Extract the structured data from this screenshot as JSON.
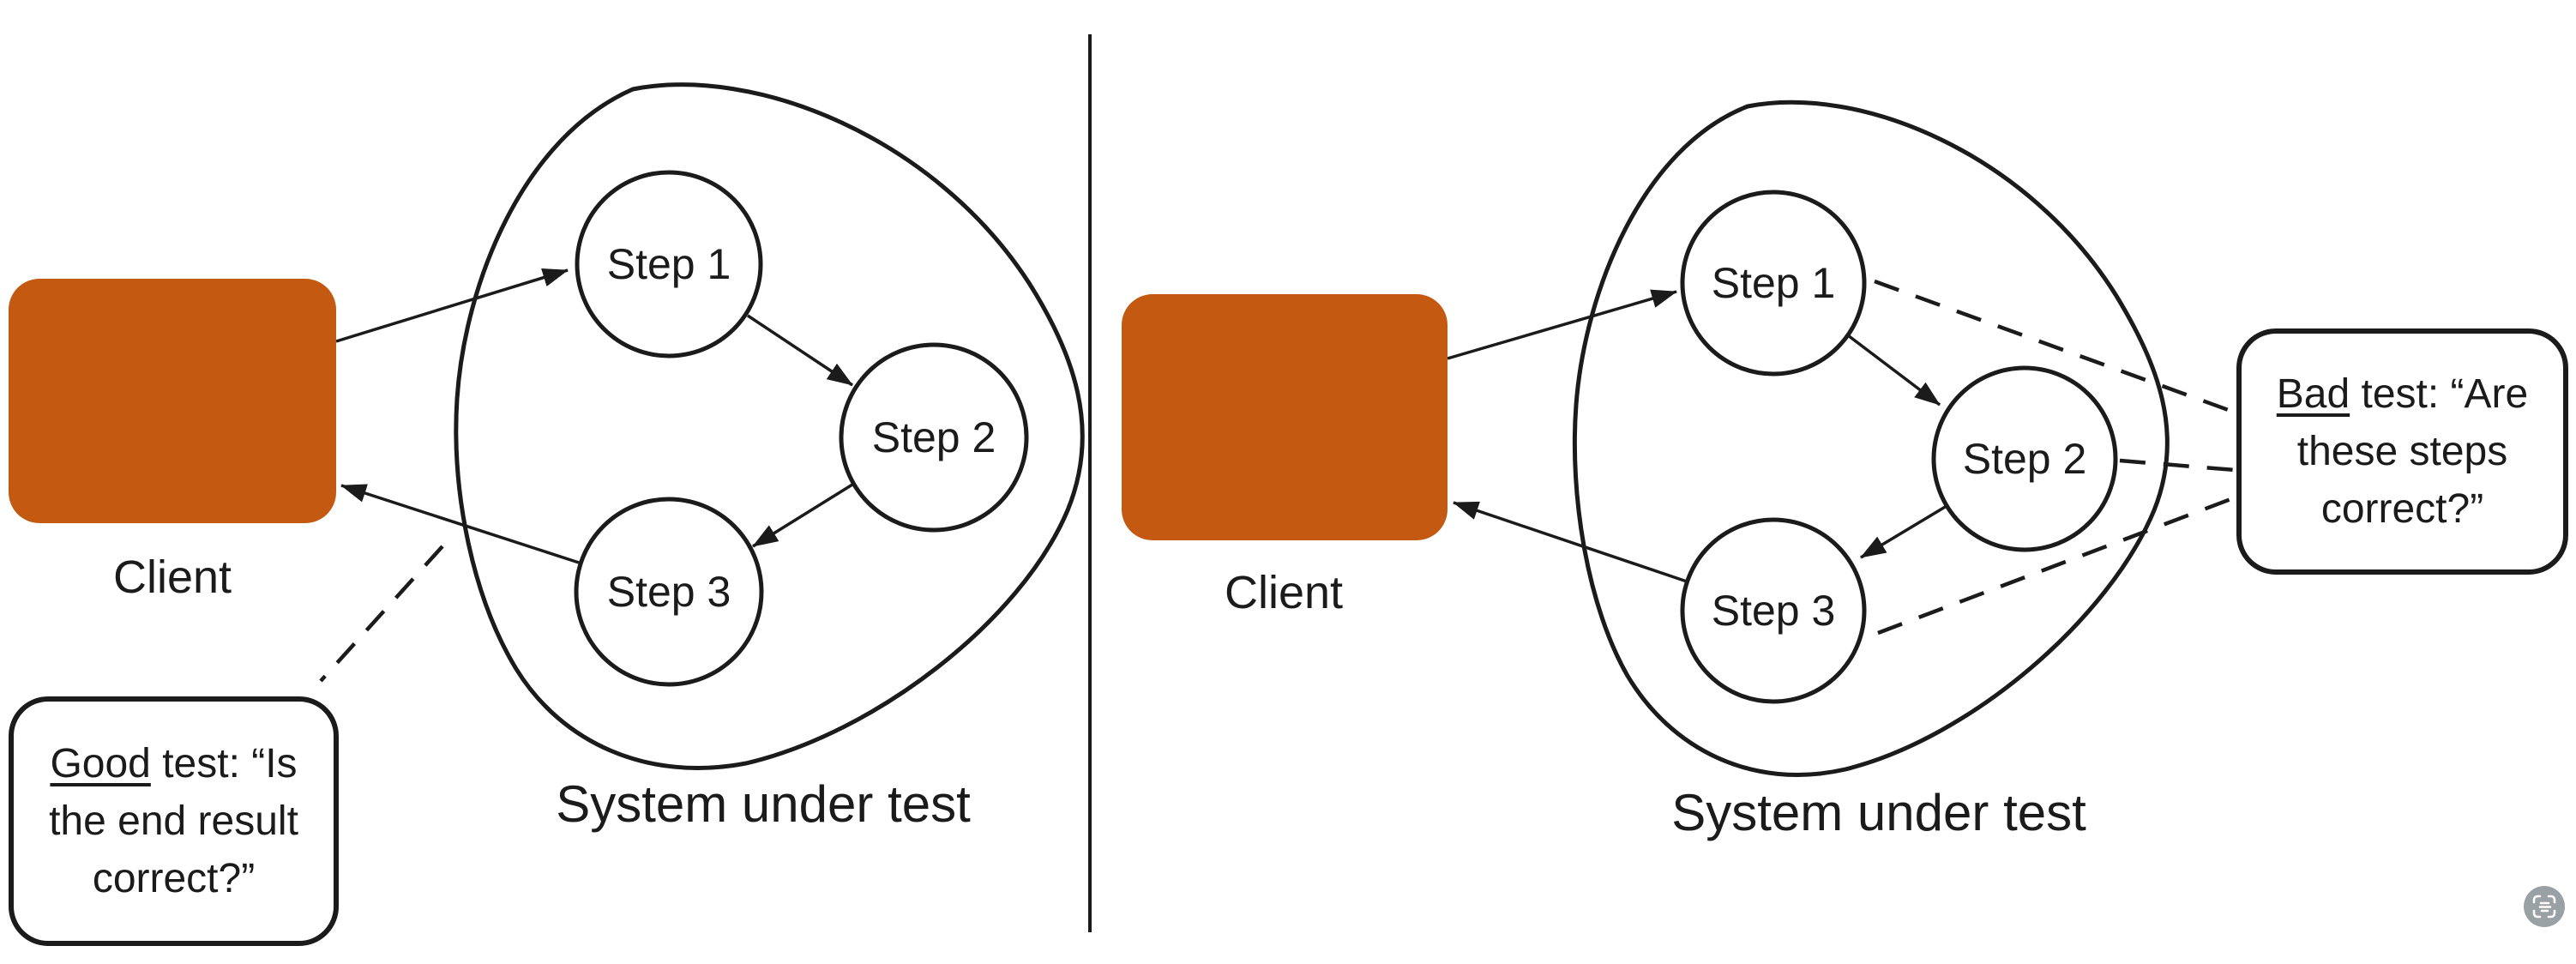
{
  "colors": {
    "accent": "#c45a12",
    "line": "#1b1b1b",
    "fab": "#9aa1a4"
  },
  "left_panel": {
    "client_label": "Client",
    "system_label": "System under test",
    "steps": [
      "Step 1",
      "Step 2",
      "Step 3"
    ],
    "note": {
      "keyword": "Good",
      "line1_rest": " test: “Is",
      "line2": "the end result",
      "line3": "correct?”"
    }
  },
  "right_panel": {
    "client_label": "Client",
    "system_label": "System under test",
    "steps": [
      "Step 1",
      "Step 2",
      "Step 3"
    ],
    "note": {
      "keyword": "Bad",
      "line1_rest": " test: “Are",
      "line2": "these steps",
      "line3": "correct?”"
    }
  },
  "fab": {
    "icon": "scan-text-icon"
  }
}
